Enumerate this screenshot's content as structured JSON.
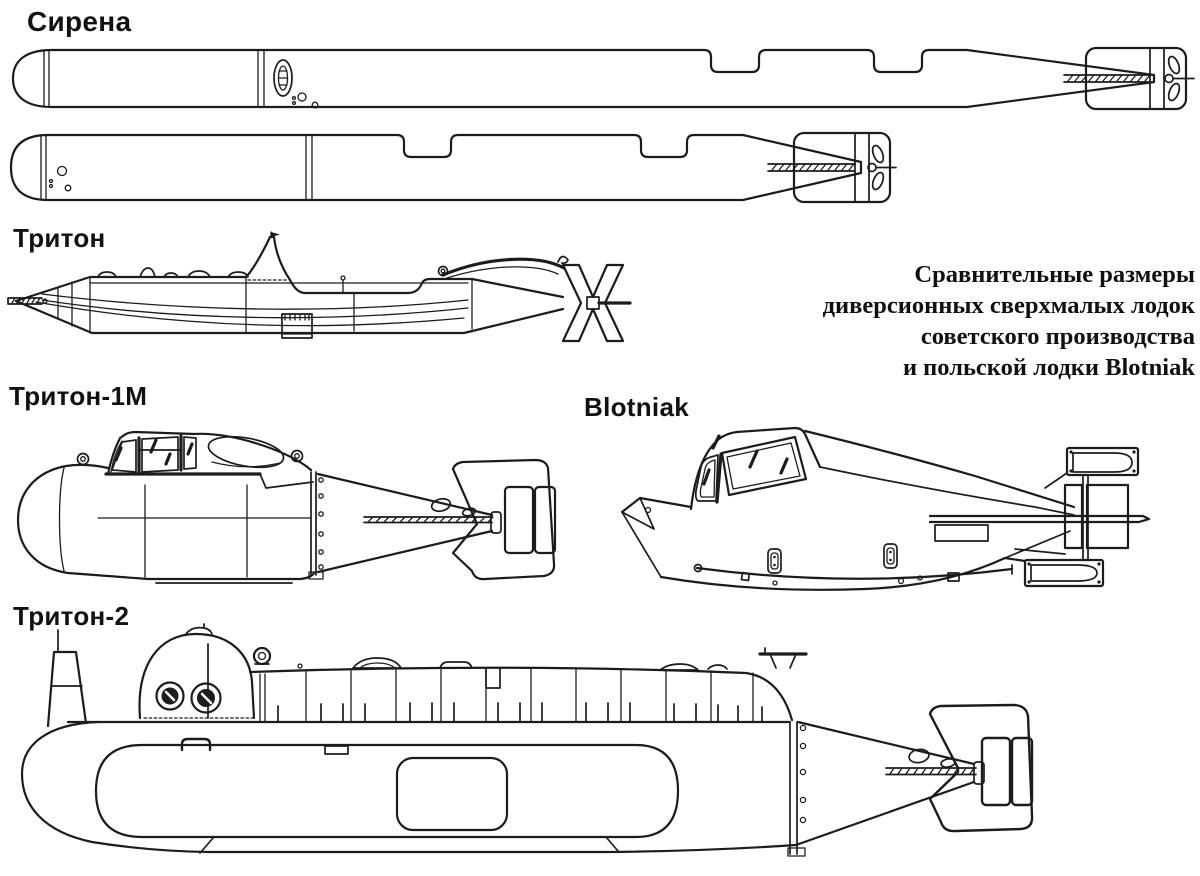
{
  "page": {
    "background": "#ffffff",
    "ink": "#1c1c1c"
  },
  "labels": {
    "sirena": "Сирена",
    "triton": "Тритон",
    "triton_1m": "Тритон-1М",
    "blotniak": "Blotniak",
    "triton_2": "Тритон-2"
  },
  "caption": {
    "lines": [
      "Сравнительные размеры",
      "диверсионных сверхмалых лодок",
      "советского производства",
      "и польской лодки Blotniak"
    ]
  }
}
